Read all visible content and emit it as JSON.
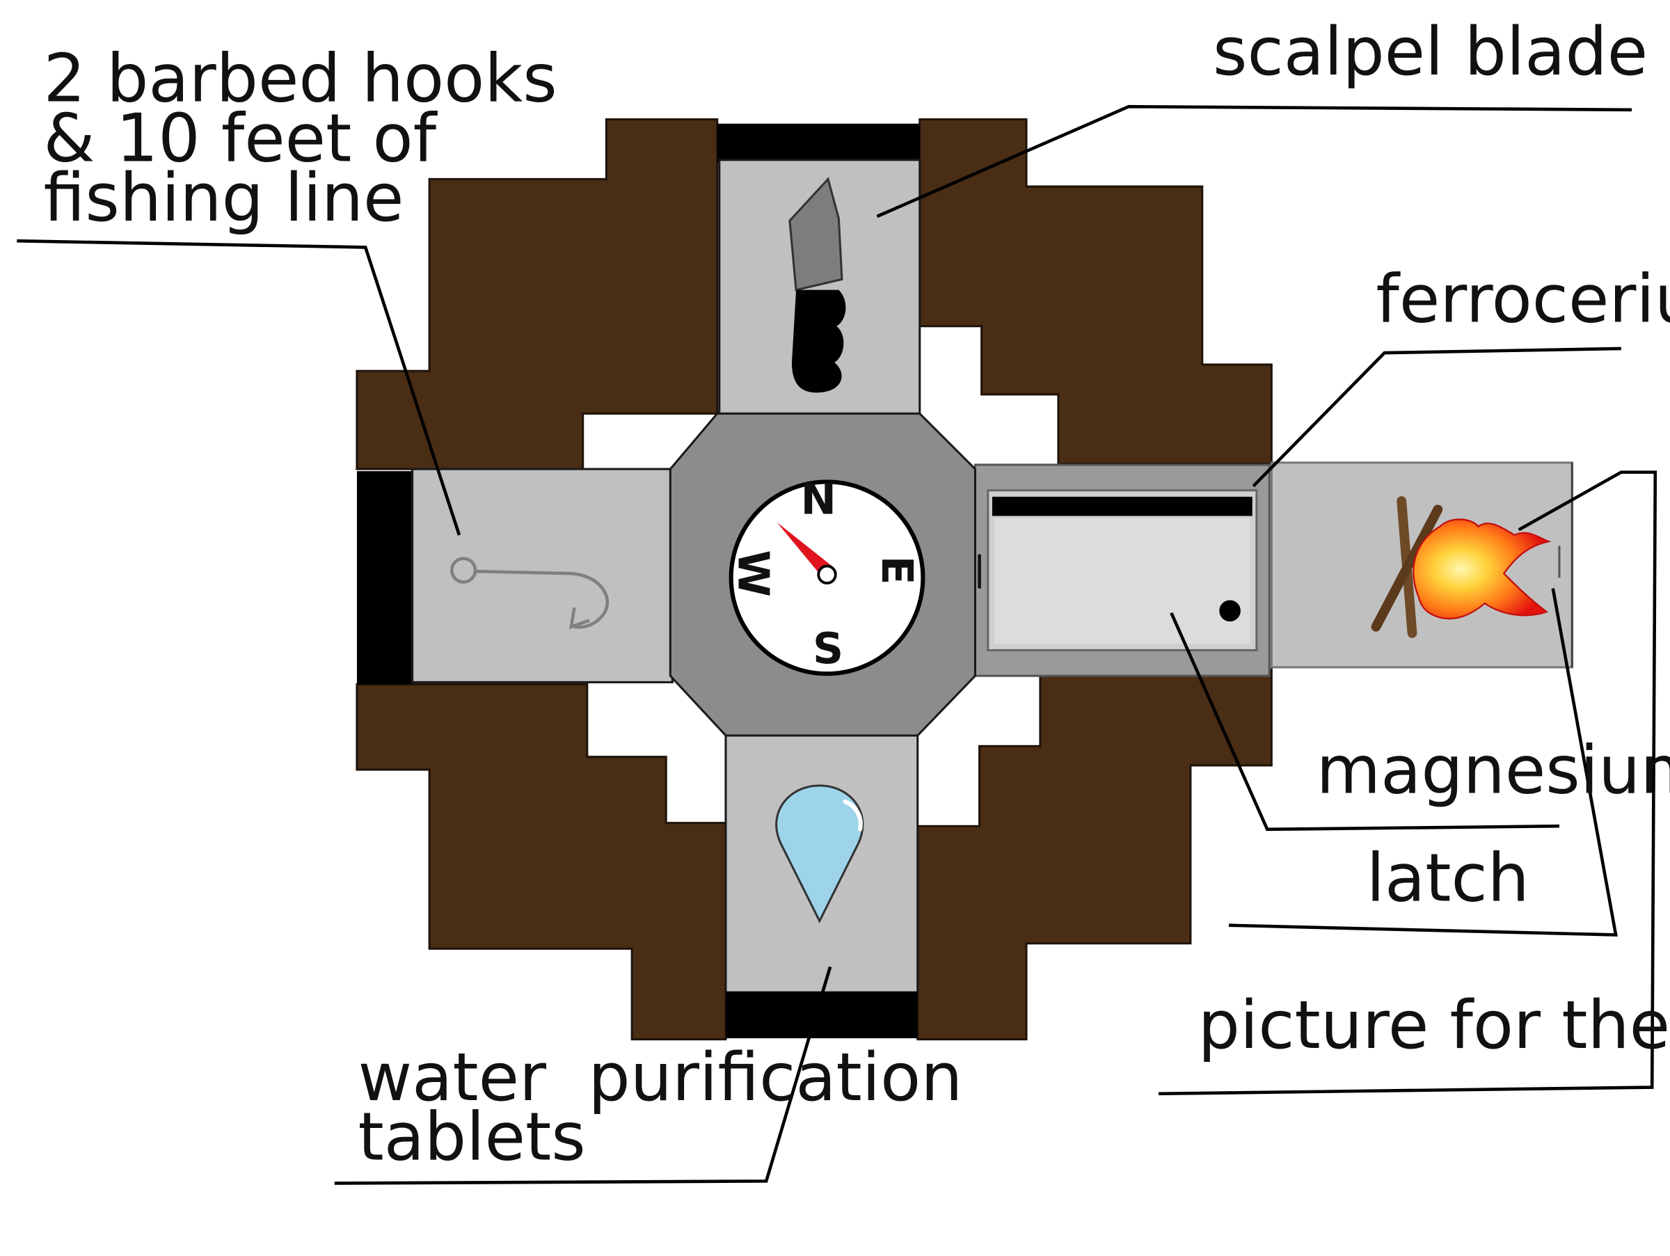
{
  "labels": {
    "hooks": [
      "2 barbed hooks",
      "& 10 feet of",
      "fishing line"
    ],
    "scalpel": "scalpel blade",
    "ferrocerium": "ferrocerium",
    "magnesium": "magnesium",
    "latch": "latch",
    "picture": "picture for the front",
    "water": [
      "water  purification",
      "tablets"
    ]
  },
  "compass": {
    "n": "N",
    "e": "E",
    "s": "S",
    "w": "W"
  },
  "colors": {
    "wood": "#4a2d15",
    "panel": "#c0c0c0",
    "octagon": "#8c8c8c",
    "black": "#000000",
    "needle": "#e0141e",
    "water": "#9dd4ea",
    "flame": "#ff4a12"
  },
  "icons": [
    "knife-icon",
    "fish-hook-icon",
    "compass-icon",
    "water-drop-icon",
    "campfire-icon"
  ]
}
